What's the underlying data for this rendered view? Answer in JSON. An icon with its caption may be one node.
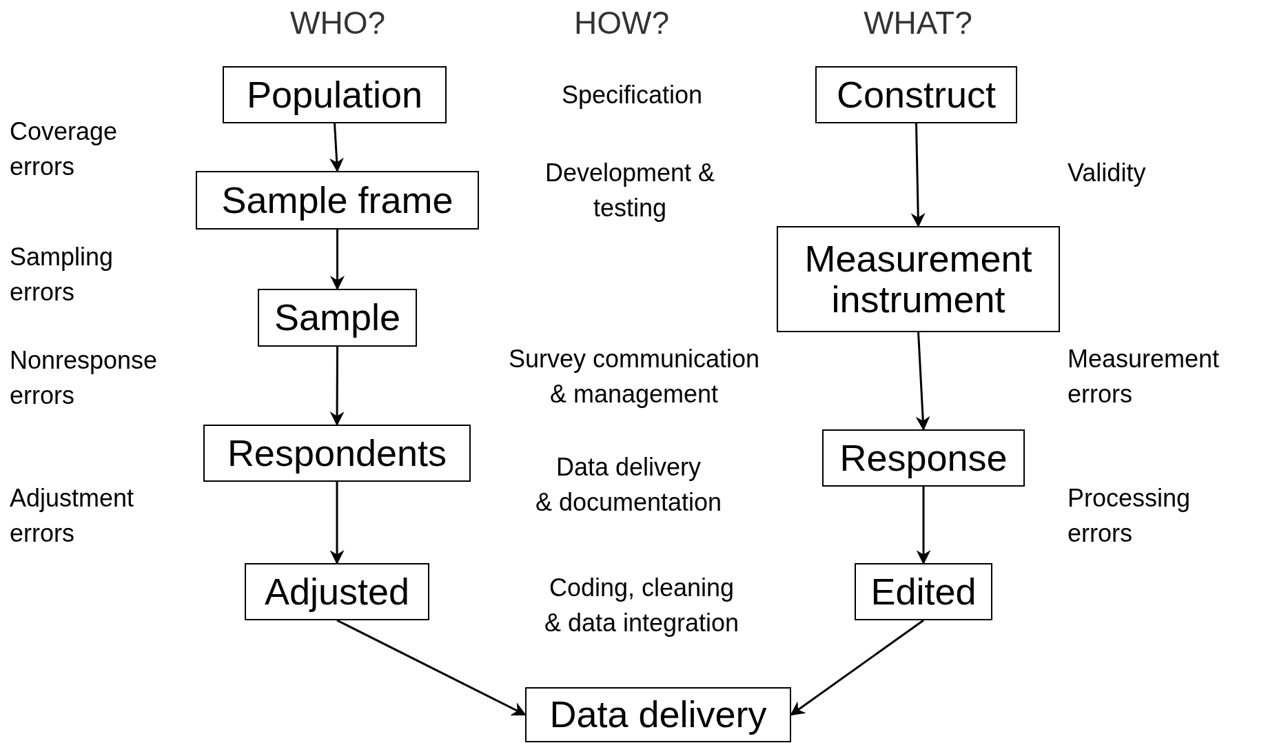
{
  "diagram": {
    "nodes": [
      {
        "text": [
          "Population"
        ]
      },
      {
        "text": [
          "Sample frame"
        ]
      },
      {
        "text": [
          "Sample"
        ]
      },
      {
        "text": [
          "Respondents"
        ]
      },
      {
        "text": [
          "Adjusted"
        ]
      },
      {
        "text": [
          "Construct"
        ]
      },
      {
        "text": [
          "Measurement instrument"
        ]
      },
      {
        "text": [
          "Response"
        ]
      },
      {
        "text": [
          "Edited"
        ]
      },
      {
        "text": [
          "Data delivery"
        ]
      }
    ],
    "edges": [
      {
        "from": 0,
        "to": 1,
        "arrow": "to"
      },
      {
        "from": 1,
        "to": 2,
        "arrow": "to"
      },
      {
        "from": 2,
        "to": 3,
        "arrow": "to"
      },
      {
        "from": 3,
        "to": 4,
        "arrow": "to"
      },
      {
        "from": 4,
        "to": 9,
        "arrow": "to"
      },
      {
        "from": 5,
        "to": 6,
        "arrow": "to"
      },
      {
        "from": 6,
        "to": 7,
        "arrow": "to"
      },
      {
        "from": 7,
        "to": 8,
        "arrow": "to"
      },
      {
        "from": 8,
        "to": 9,
        "arrow": "to"
      }
    ],
    "labels": [
      "WHO?",
      "HOW?",
      "WHAT?",
      "Specification",
      "Coverage errors",
      "Development & testing",
      "Validity",
      "Sampling errors",
      "Nonresponse errors",
      "Survey communication & management",
      "Measurement errors",
      "Data delivery & documentation",
      "Adjustment errors",
      "Processing errors",
      "Coding, cleaning & data integration"
    ]
  }
}
